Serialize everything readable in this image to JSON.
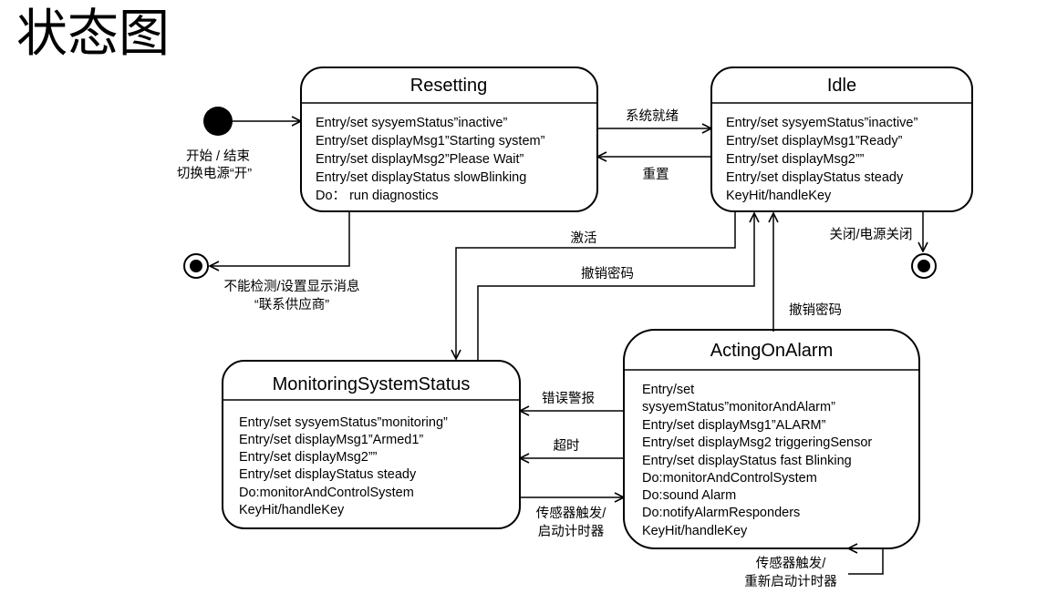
{
  "title": "状态图",
  "states": {
    "resetting": {
      "name": "Resetting",
      "activities": [
        "Entry/set sysyemStatus”inactive”",
        "Entry/set displayMsg1”Starting system”",
        "Entry/set displayMsg2”Please Wait”",
        "Entry/set displayStatus slowBlinking",
        "Do： run diagnostics"
      ]
    },
    "idle": {
      "name": "Idle",
      "activities": [
        "Entry/set sysyemStatus”inactive”",
        "Entry/set displayMsg1”Ready”",
        "Entry/set displayMsg2””",
        "Entry/set displayStatus steady",
        "KeyHit/handleKey"
      ]
    },
    "monitoring": {
      "name": "MonitoringSystemStatus",
      "activities": [
        "Entry/set sysyemStatus”monitoring”",
        "Entry/set displayMsg1”Armed1”",
        "Entry/set displayMsg2””",
        "Entry/set displayStatus steady",
        "Do:monitorAndControlSystem",
        "KeyHit/handleKey"
      ]
    },
    "acting": {
      "name": "ActingOnAlarm",
      "activities": [
        "Entry/set",
        "sysyemStatus”monitorAndAlarm”",
        "Entry/set displayMsg1”ALARM”",
        "Entry/set displayMsg2 triggeringSensor",
        "Entry/set displayStatus fast Blinking",
        "Do:monitorAndControlSystem",
        "Do:sound Alarm",
        "Do:notifyAlarmResponders",
        "KeyHit/handleKey"
      ]
    }
  },
  "transitions": {
    "start_line1": "开始 / 结束",
    "start_line2": "切换电源“开”",
    "system_ready": "系统就绪",
    "reset": "重置",
    "power_off": "关闭/电源关闭",
    "fail_line1": "不能检测/设置显示消息",
    "fail_line2": "“联系供应商”",
    "activate": "激活",
    "cancel_password_1": "撤销密码",
    "cancel_password_2": "撤销密码",
    "error_alarm": "错误警报",
    "timeout": "超时",
    "sensor_line1": "传感器触发/",
    "sensor_line2": "启动计时器",
    "self_line1": "传感器触发/",
    "self_line2": "重新启动计时器"
  }
}
